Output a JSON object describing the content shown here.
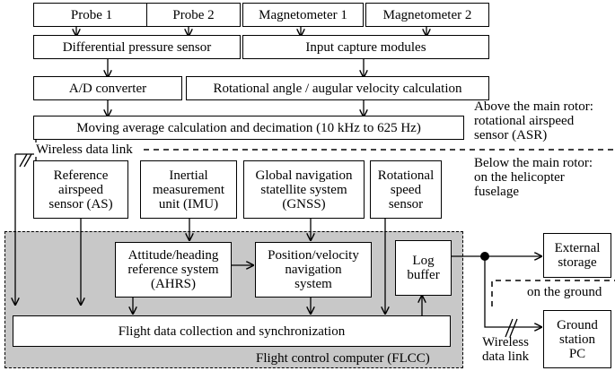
{
  "boxes": {
    "probe1": "Probe 1",
    "probe2": "Probe 2",
    "mag1": "Magnetometer 1",
    "mag2": "Magnetometer 2",
    "dps": "Differential pressure sensor",
    "icm": "Input capture modules",
    "adc": "A/D converter",
    "rav": "Rotational angle / augular velocity calculation",
    "mavg": "Moving average calculation and decimation (10 kHz to 625 Hz)",
    "as_line1": "Reference",
    "as_line2": "airspeed",
    "as_line3": "sensor (AS)",
    "imu_line1": "Inertial",
    "imu_line2": "measurement",
    "imu_line3": "unit (IMU)",
    "gnss_line1": "Global navigation",
    "gnss_line2": "statellite system",
    "gnss_line3": "(GNSS)",
    "rss_line1": "Rotational",
    "rss_line2": "speed",
    "rss_line3": "sensor",
    "ahrs_line1": "Attitude/heading",
    "ahrs_line2": "reference system",
    "ahrs_line3": "(AHRS)",
    "pvn_line1": "Position/velocity",
    "pvn_line2": "navigation",
    "pvn_line3": "system",
    "log_line1": "Log",
    "log_line2": "buffer",
    "fdc": "Flight data collection and synchronization",
    "ext_line1": "External",
    "ext_line2": "storage",
    "gs_line1": "Ground",
    "gs_line2": "station",
    "gs_line3": "PC"
  },
  "labels": {
    "above_line1": "Above the main rotor:",
    "above_line2": "rotational airspeed",
    "above_line3": "sensor (ASR)",
    "below_line1": "Below the main rotor:",
    "below_line2": "on the helicopter",
    "below_line3": "fuselage",
    "wireless_top": "Wireless data link",
    "wireless_bottom_line1": "Wireless",
    "wireless_bottom_line2": "data link",
    "on_ground": "on the ground",
    "flcc": "Flight control computer (FLCC)"
  },
  "colors": {
    "flcc_fill": "#c8c8c8",
    "line": "#000000"
  }
}
